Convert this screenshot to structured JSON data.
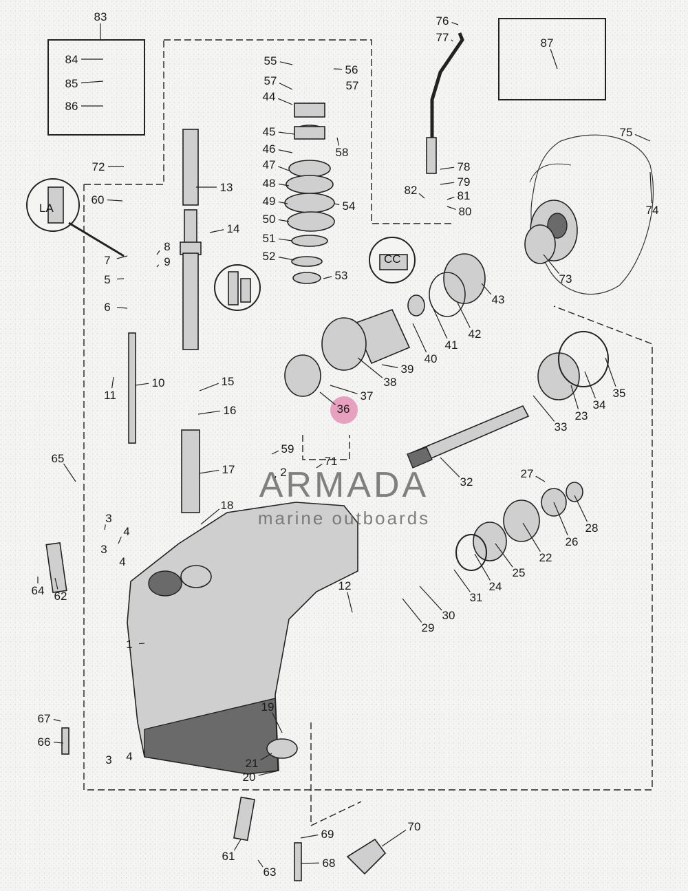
{
  "watermark": {
    "title": "ARMADA",
    "subtitle": "marine outboards",
    "accent_color": "#e7a0c0"
  },
  "parts": [
    "1",
    "2",
    "3",
    "4",
    "5",
    "6",
    "7",
    "8",
    "9",
    "10",
    "11",
    "12",
    "13",
    "14",
    "15",
    "16",
    "17",
    "18",
    "19",
    "20",
    "21",
    "22",
    "23",
    "24",
    "25",
    "26",
    "27",
    "28",
    "29",
    "30",
    "31",
    "32",
    "33",
    "34",
    "35",
    "36",
    "37",
    "38",
    "39",
    "40",
    "41",
    "42",
    "43",
    "44",
    "45",
    "46",
    "47",
    "48",
    "49",
    "50",
    "51",
    "52",
    "53",
    "54",
    "55",
    "56",
    "57",
    "58",
    "59",
    "60",
    "61",
    "62",
    "63",
    "64",
    "65",
    "66",
    "67",
    "68",
    "69",
    "70",
    "71",
    "72",
    "73",
    "74",
    "75",
    "76",
    "77",
    "78",
    "79",
    "80",
    "81",
    "82",
    "83",
    "84",
    "85",
    "86",
    "87"
  ],
  "insets": {
    "clip_left": "LA",
    "clip_mid": "CC"
  }
}
